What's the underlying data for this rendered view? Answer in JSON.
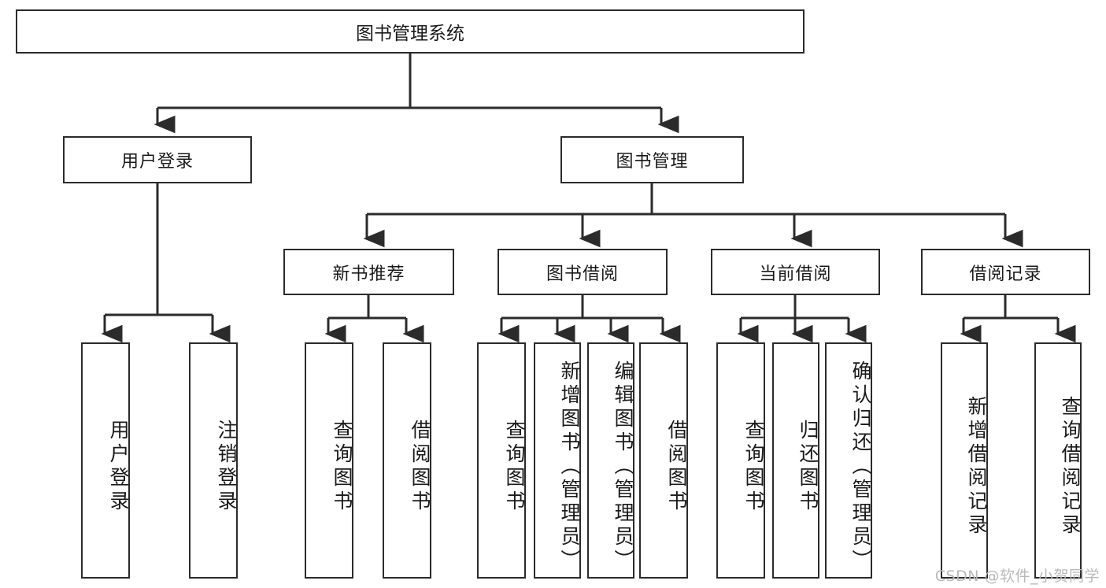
{
  "diagram": {
    "type": "tree-hierarchy-chart",
    "title": "图书管理系统",
    "root": {
      "id": "root",
      "label": "图书管理系统"
    },
    "level1": [
      {
        "id": "user-login",
        "label": "用户登录"
      },
      {
        "id": "book-manage",
        "label": "图书管理"
      }
    ],
    "level2": [
      {
        "id": "new-book-recommend",
        "label": "新书推荐",
        "parent": "book-manage"
      },
      {
        "id": "book-borrow",
        "label": "图书借阅",
        "parent": "book-manage"
      },
      {
        "id": "current-borrow",
        "label": "当前借阅",
        "parent": "book-manage"
      },
      {
        "id": "borrow-record",
        "label": "借阅记录",
        "parent": "book-manage"
      }
    ],
    "leaves": {
      "user-login": [
        {
          "id": "leaf-user-login",
          "label": "用户登录"
        },
        {
          "id": "leaf-user-logout",
          "label": "注销登录"
        }
      ],
      "new-book-recommend": [
        {
          "id": "leaf-query-book-1",
          "label": "查询图书"
        },
        {
          "id": "leaf-borrow-book-1",
          "label": "借阅图书"
        }
      ],
      "book-borrow": [
        {
          "id": "leaf-query-book-2",
          "label": "查询图书"
        },
        {
          "id": "leaf-add-book",
          "label": "新增图书（管理员）"
        },
        {
          "id": "leaf-edit-book",
          "label": "编辑图书（管理员）"
        },
        {
          "id": "leaf-borrow-book-2",
          "label": "借阅图书"
        }
      ],
      "current-borrow": [
        {
          "id": "leaf-query-book-3",
          "label": "查询图书"
        },
        {
          "id": "leaf-return-book",
          "label": "归还图书"
        },
        {
          "id": "leaf-confirm-return",
          "label": "确认归还（管理员）"
        }
      ],
      "borrow-record": [
        {
          "id": "leaf-add-record",
          "label": "新增借阅记录"
        },
        {
          "id": "leaf-query-record",
          "label": "查询借阅记录"
        }
      ]
    }
  },
  "watermark": {
    "text": "CSDN @软件_小贺同学"
  },
  "colors": {
    "stroke": "#2b2b2b",
    "fill": "#ffffff",
    "text": "#1a1a1a",
    "watermark": "#b9b9b9"
  }
}
